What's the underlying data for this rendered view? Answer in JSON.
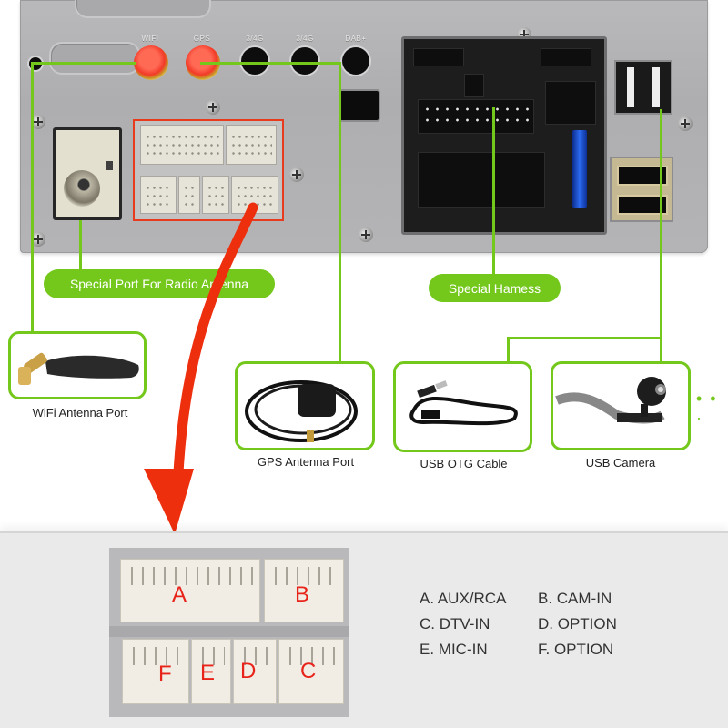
{
  "panel": {
    "port_labels": [
      "WIFI",
      "GPS",
      "3/4G",
      "3/4G",
      "DAB+"
    ]
  },
  "callouts": {
    "radio_antenna": "Special Port For Radio Antenna",
    "harness": "Special Hamess"
  },
  "products": [
    {
      "label": "WiFi Antenna Port",
      "icon": "wifi-antenna-icon"
    },
    {
      "label": "GPS Antenna Port",
      "icon": "gps-antenna-icon"
    },
    {
      "label": "USB OTG Cable",
      "icon": "usb-cable-icon"
    },
    {
      "label": "USB Camera",
      "icon": "usb-camera-icon"
    }
  ],
  "more_indicator": "• • ·",
  "colors": {
    "accent_green": "#74c81c",
    "arrow_red": "#ee2f0e",
    "letter_red": "#e8231a"
  },
  "detail": {
    "connector_letters": {
      "A": "A",
      "B": "B",
      "C": "C",
      "D": "D",
      "E": "E",
      "F": "F"
    },
    "legend": [
      "A. AUX/RCA",
      "B. CAM-IN",
      "C. DTV-IN",
      "D. OPTION",
      "E. MIC-IN",
      "F. OPTION"
    ]
  }
}
